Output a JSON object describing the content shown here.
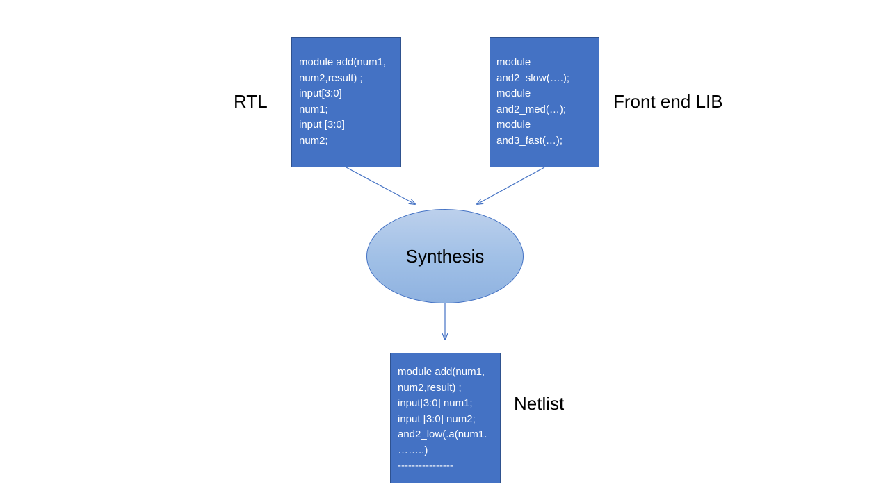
{
  "rtl": {
    "label": "RTL",
    "code": [
      "module add(num1,",
      "num2,result) ;",
      "input[3:0]",
      "num1;",
      "input [3:0]",
      "num2;"
    ]
  },
  "front_end_lib": {
    "label": "Front end LIB",
    "code": [
      "module",
      "and2_slow(….);",
      "module",
      "and2_med(…);",
      "module",
      "and3_fast(…);"
    ]
  },
  "synthesis": {
    "label": "Synthesis"
  },
  "netlist": {
    "label": "Netlist",
    "code": [
      "module add(num1,",
      "num2,result) ;",
      "input[3:0] num1;",
      "input [3:0] num2;",
      "and2_low(.a(num1.",
      "……..)",
      "----------------"
    ]
  },
  "colors": {
    "box_fill": "#4472c4",
    "arrow": "#4472c4",
    "ellipse_fill": "#9fbfe6"
  }
}
